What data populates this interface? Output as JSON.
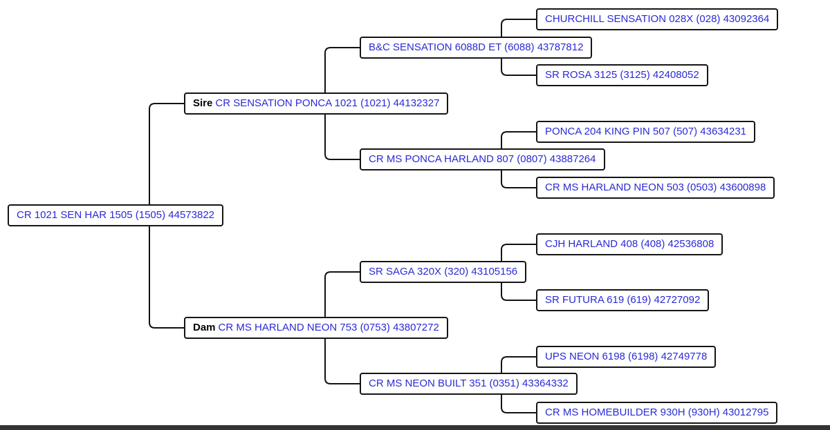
{
  "pedigree": {
    "subject": "CR 1021 SEN HAR 1505 (1505) 44573822",
    "sire": {
      "prefix": "Sire",
      "name": "CR SENSATION PONCA 1021 (1021) 44132327"
    },
    "dam": {
      "prefix": "Dam",
      "name": "CR MS HARLAND NEON 753 (0753) 43807272"
    },
    "sire_sire": "B&C SENSATION 6088D ET (6088) 43787812",
    "sire_dam": "CR MS PONCA HARLAND 807 (0807) 43887264",
    "dam_sire": "SR SAGA 320X (320) 43105156",
    "dam_dam": "CR MS NEON BUILT 351 (0351) 43364332",
    "sire_sire_sire": "CHURCHILL SENSATION 028X (028) 43092364",
    "sire_sire_dam": "SR ROSA 3125 (3125) 42408052",
    "sire_dam_sire": "PONCA 204 KING PIN 507 (507) 43634231",
    "sire_dam_dam": "CR MS HARLAND NEON 503 (0503) 43600898",
    "dam_sire_sire": "CJH HARLAND 408 (408) 42536808",
    "dam_sire_dam": "SR FUTURA 619 (619) 42727092",
    "dam_dam_sire": "UPS NEON 6198 (6198) 42749778",
    "dam_dam_dam": "CR MS HOMEBUILDER 930H (930H) 43012795"
  },
  "colors": {
    "link": "#2a2ad8",
    "border": "#141414",
    "connector": "#111111",
    "bottom_bar": "#333333"
  }
}
